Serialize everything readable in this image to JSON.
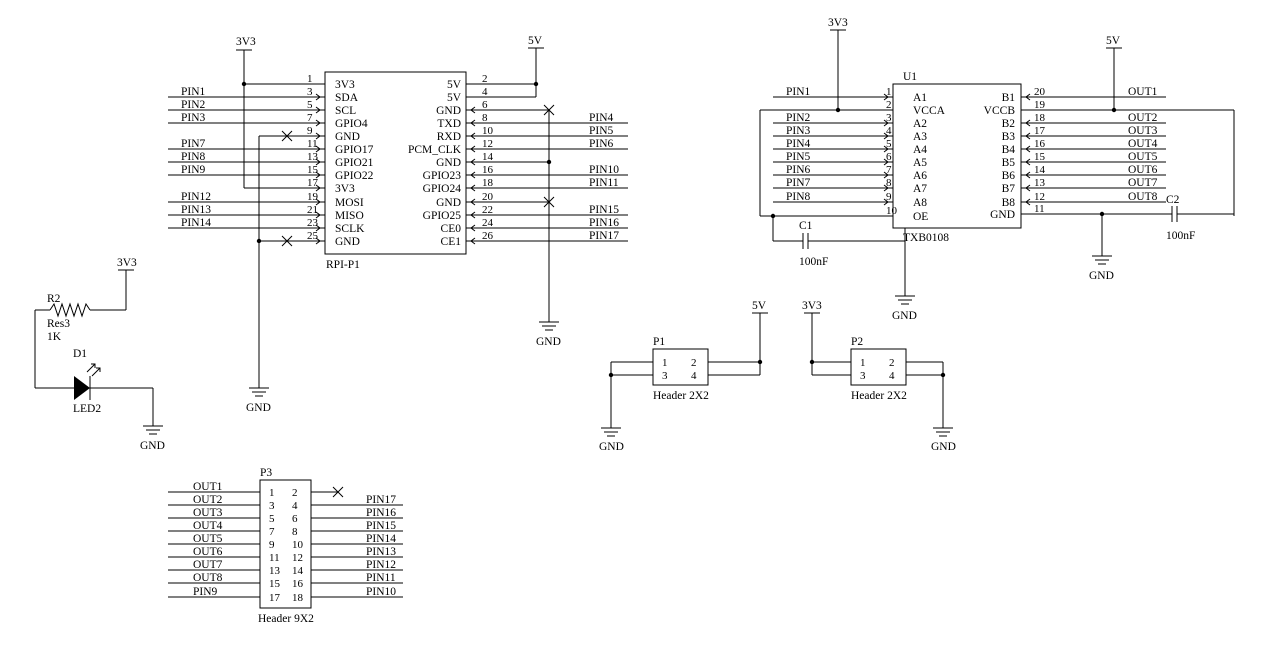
{
  "power": {
    "v33": "3V3",
    "v5": "5V",
    "gnd": "GND"
  },
  "rpi": {
    "designator": "RPI-P1",
    "left_pins": [
      {
        "num": "1",
        "name": "3V3"
      },
      {
        "num": "3",
        "name": "SDA"
      },
      {
        "num": "5",
        "name": "SCL"
      },
      {
        "num": "7",
        "name": "GPIO4"
      },
      {
        "num": "9",
        "name": "GND"
      },
      {
        "num": "11",
        "name": "GPIO17"
      },
      {
        "num": "13",
        "name": "GPIO21"
      },
      {
        "num": "15",
        "name": "GPIO22"
      },
      {
        "num": "17",
        "name": "3V3"
      },
      {
        "num": "19",
        "name": "MOSI"
      },
      {
        "num": "21",
        "name": "MISO"
      },
      {
        "num": "23",
        "name": "SCLK"
      },
      {
        "num": "25",
        "name": "GND"
      }
    ],
    "right_pins": [
      {
        "num": "2",
        "name": "5V"
      },
      {
        "num": "4",
        "name": "5V"
      },
      {
        "num": "6",
        "name": "GND"
      },
      {
        "num": "8",
        "name": "TXD"
      },
      {
        "num": "10",
        "name": "RXD"
      },
      {
        "num": "12",
        "name": "PCM_CLK"
      },
      {
        "num": "14",
        "name": "GND"
      },
      {
        "num": "16",
        "name": "GPIO23"
      },
      {
        "num": "18",
        "name": "GPIO24"
      },
      {
        "num": "20",
        "name": "GND"
      },
      {
        "num": "22",
        "name": "GPIO25"
      },
      {
        "num": "24",
        "name": "CE0"
      },
      {
        "num": "26",
        "name": "CE1"
      }
    ],
    "left_nets": [
      "PIN1",
      "PIN2",
      "PIN3",
      "PIN7",
      "PIN8",
      "PIN9",
      "PIN12",
      "PIN13",
      "PIN14"
    ],
    "right_nets": [
      "PIN4",
      "PIN5",
      "PIN6",
      "PIN10",
      "PIN11",
      "PIN15",
      "PIN16",
      "PIN17"
    ]
  },
  "led": {
    "res_designator": "R2",
    "res_comment": "Res3",
    "res_value": "1K",
    "led_designator": "D1",
    "led_comment": "LED2"
  },
  "u1": {
    "designator": "U1",
    "part": "TXB0108",
    "left_pins": [
      {
        "num": "1",
        "name": "A1"
      },
      {
        "num": "2",
        "name": "VCCA"
      },
      {
        "num": "3",
        "name": "A2"
      },
      {
        "num": "4",
        "name": "A3"
      },
      {
        "num": "5",
        "name": "A4"
      },
      {
        "num": "6",
        "name": "A5"
      },
      {
        "num": "7",
        "name": "A6"
      },
      {
        "num": "8",
        "name": "A7"
      },
      {
        "num": "9",
        "name": "A8"
      },
      {
        "num": "10",
        "name": "OE"
      }
    ],
    "right_pins": [
      {
        "num": "20",
        "name": "B1"
      },
      {
        "num": "19",
        "name": "VCCB"
      },
      {
        "num": "18",
        "name": "B2"
      },
      {
        "num": "17",
        "name": "B3"
      },
      {
        "num": "16",
        "name": "B4"
      },
      {
        "num": "15",
        "name": "B5"
      },
      {
        "num": "14",
        "name": "B6"
      },
      {
        "num": "13",
        "name": "B7"
      },
      {
        "num": "12",
        "name": "B8"
      },
      {
        "num": "11",
        "name": "GND"
      }
    ],
    "in_nets": [
      "PIN1",
      "PIN2",
      "PIN3",
      "PIN4",
      "PIN5",
      "PIN6",
      "PIN7",
      "PIN8"
    ],
    "out_nets": [
      "OUT1",
      "OUT2",
      "OUT3",
      "OUT4",
      "OUT5",
      "OUT6",
      "OUT7",
      "OUT8"
    ]
  },
  "caps": {
    "c1": {
      "designator": "C1",
      "value": "100nF"
    },
    "c2": {
      "designator": "C2",
      "value": "100nF"
    }
  },
  "p1": {
    "designator": "P1",
    "comment": "Header 2X2",
    "pins": [
      "1",
      "2",
      "3",
      "4"
    ]
  },
  "p2": {
    "designator": "P2",
    "comment": "Header 2X2",
    "pins": [
      "1",
      "2",
      "3",
      "4"
    ]
  },
  "p3": {
    "designator": "P3",
    "comment": "Header 9X2",
    "left_pins": [
      "1",
      "3",
      "5",
      "7",
      "9",
      "11",
      "13",
      "15",
      "17"
    ],
    "right_pins": [
      "2",
      "4",
      "6",
      "8",
      "10",
      "12",
      "14",
      "16",
      "18"
    ],
    "left_nets": [
      "OUT1",
      "OUT2",
      "OUT3",
      "OUT4",
      "OUT5",
      "OUT6",
      "OUT7",
      "OUT8",
      "PIN9"
    ],
    "right_nets": [
      "PIN17",
      "PIN16",
      "PIN15",
      "PIN14",
      "PIN13",
      "PIN12",
      "PIN11",
      "PIN10"
    ]
  }
}
